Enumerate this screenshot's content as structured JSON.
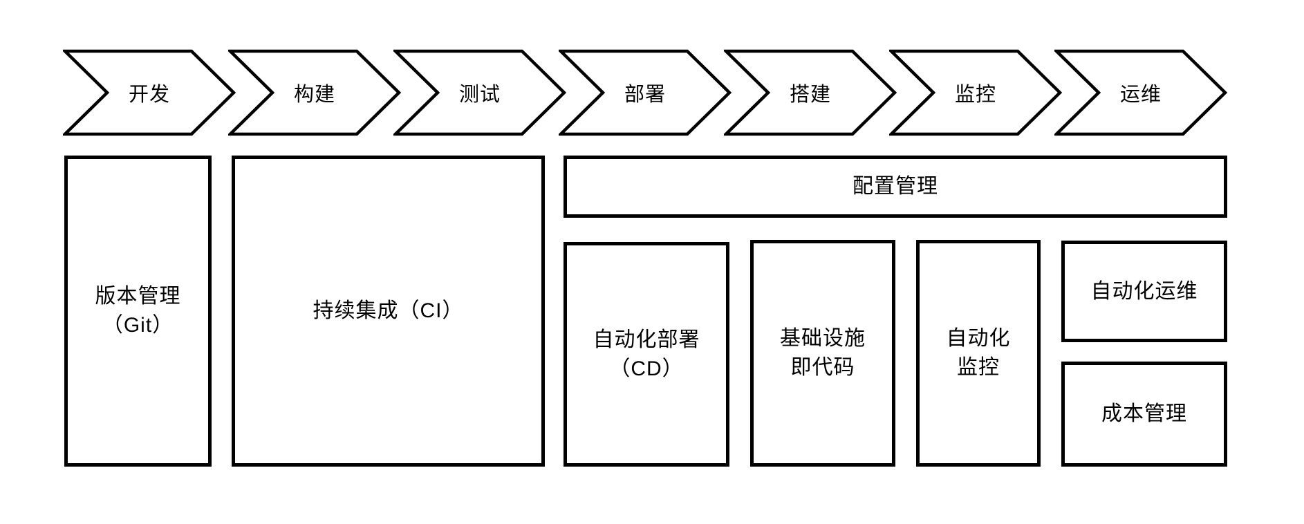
{
  "stages": [
    {
      "label": "开发"
    },
    {
      "label": "构建"
    },
    {
      "label": "测试"
    },
    {
      "label": "部署"
    },
    {
      "label": "搭建"
    },
    {
      "label": "监控"
    },
    {
      "label": "运维"
    }
  ],
  "boxes": {
    "version_control": {
      "line1": "版本管理",
      "line2": "（Git）"
    },
    "ci": {
      "line1": "持续集成（CI）"
    },
    "config_management": {
      "line1": "配置管理"
    },
    "cd": {
      "line1": "自动化部署",
      "line2": "（CD）"
    },
    "iac": {
      "line1": "基础设施",
      "line2": "即代码"
    },
    "auto_monitoring": {
      "line1": "自动化",
      "line2": "监控"
    },
    "auto_ops": {
      "line1": "自动化运维"
    },
    "cost_management": {
      "line1": "成本管理"
    }
  },
  "colors": {
    "line": "#000000",
    "fill": "#ffffff",
    "text": "#000000",
    "background": "#ffffff"
  }
}
